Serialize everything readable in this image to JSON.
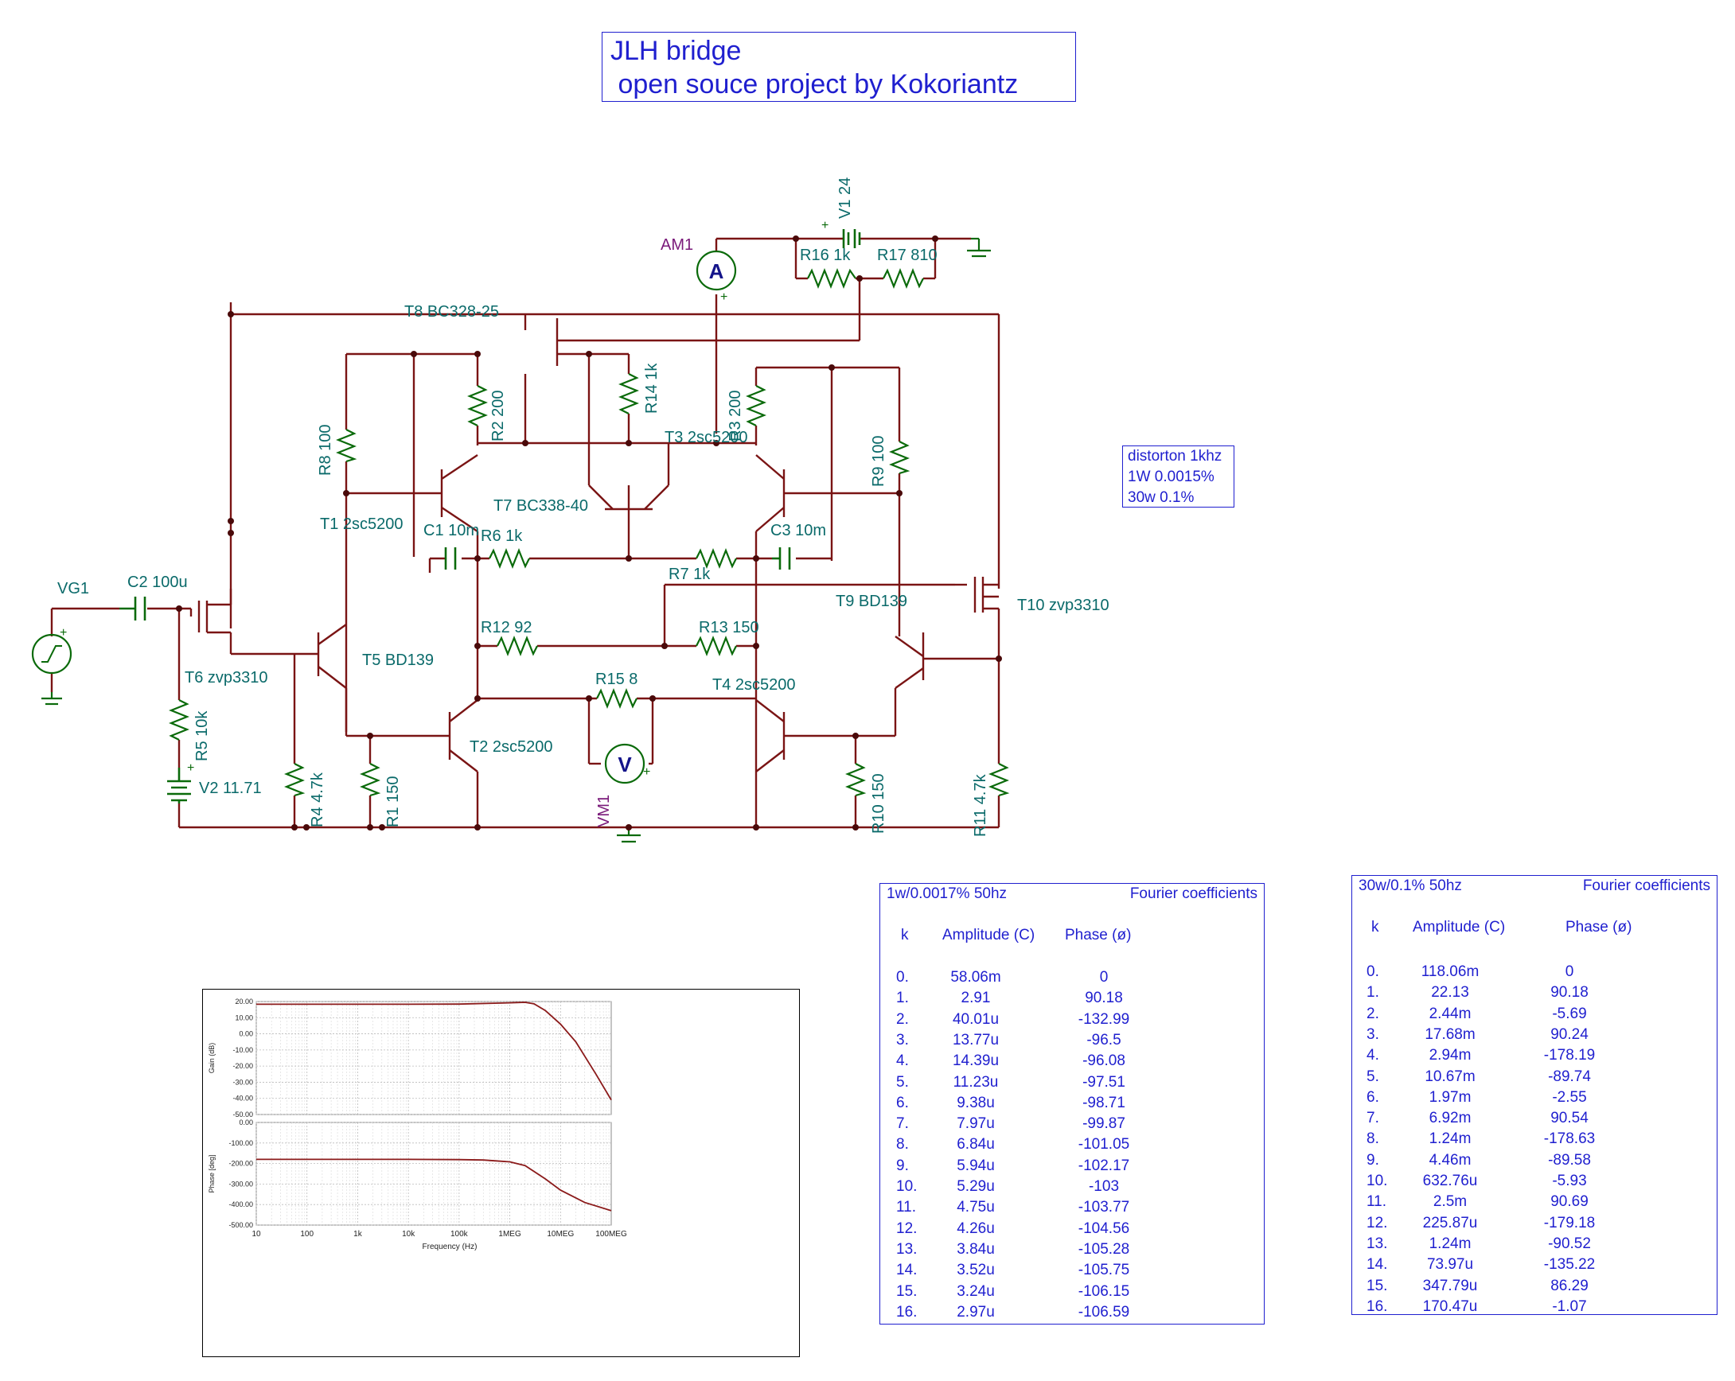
{
  "title": {
    "line1": "JLH bridge",
    "line2": " open souce project by Kokoriantz"
  },
  "distortion_note": {
    "line1": "distorton 1khz",
    "line2": "1W 0.0015%",
    "line3": "30w 0.1%"
  },
  "labels": {
    "AM1": "AM1",
    "V1": "V1 24",
    "R16": "R16 1k",
    "R17": "R17 810",
    "T8": "T8 BC328-25",
    "R14": "R14 1k",
    "R2": "R2 200",
    "R3": "R3 200",
    "T3": "T3 2sc5200",
    "R8": "R8 100",
    "R9": "R9 100",
    "T7": "T7 BC338-40",
    "T1": "T1 2sc5200",
    "C1": "C1 10m",
    "R6": "R6 1k",
    "C3": "C3 10m",
    "R7": "R7 1k",
    "VG1": "VG1",
    "C2": "C2 100u",
    "T9": "T9 BD139",
    "T10": "T10 zvp3310",
    "T6": "T6 zvp3310",
    "T5": "T5 BD139",
    "R12": "R12 92",
    "R13": "R13 150",
    "R15": "R15 8",
    "T4": "T4 2sc5200",
    "R5": "R5 10k",
    "T2": "T2 2sc5200",
    "V2": "V2 11.71",
    "R4": "R4 4.7k",
    "R1": "R1 150",
    "VM1": "VM1",
    "R10": "R10 150",
    "R11": "R11 4.7k",
    "meter_A": "A",
    "meter_V": "V",
    "plus": "+"
  },
  "fourier_1w": {
    "title": "1w/0.0017%  50hz",
    "heading": "Fourier coefficients",
    "col_k": "k",
    "col_amp": "Amplitude (C)",
    "col_phase": "Phase (ø)",
    "rows": [
      {
        "k": "0.",
        "amp": "58.06m",
        "phase": "0"
      },
      {
        "k": "1.",
        "amp": "2.91",
        "phase": "90.18"
      },
      {
        "k": "2.",
        "amp": "40.01u",
        "phase": "-132.99"
      },
      {
        "k": "3.",
        "amp": "13.77u",
        "phase": "-96.5"
      },
      {
        "k": "4.",
        "amp": "14.39u",
        "phase": "-96.08"
      },
      {
        "k": "5.",
        "amp": "11.23u",
        "phase": "-97.51"
      },
      {
        "k": "6.",
        "amp": "9.38u",
        "phase": "-98.71"
      },
      {
        "k": "7.",
        "amp": "7.97u",
        "phase": "-99.87"
      },
      {
        "k": "8.",
        "amp": "6.84u",
        "phase": "-101.05"
      },
      {
        "k": "9.",
        "amp": "5.94u",
        "phase": "-102.17"
      },
      {
        "k": "10.",
        "amp": "5.29u",
        "phase": "-103"
      },
      {
        "k": "11.",
        "amp": "4.75u",
        "phase": "-103.77"
      },
      {
        "k": "12.",
        "amp": "4.26u",
        "phase": "-104.56"
      },
      {
        "k": "13.",
        "amp": "3.84u",
        "phase": "-105.28"
      },
      {
        "k": "14.",
        "amp": "3.52u",
        "phase": "-105.75"
      },
      {
        "k": "15.",
        "amp": "3.24u",
        "phase": "-106.15"
      },
      {
        "k": "16.",
        "amp": "2.97u",
        "phase": "-106.59"
      }
    ]
  },
  "fourier_30w": {
    "title": "30w/0.1% 50hz",
    "heading": "Fourier coefficients",
    "col_k": "k",
    "col_amp": "Amplitude (C)",
    "col_phase": "Phase (ø)",
    "rows": [
      {
        "k": "0.",
        "amp": "118.06m",
        "phase": "0"
      },
      {
        "k": "1.",
        "amp": "22.13",
        "phase": "90.18"
      },
      {
        "k": "2.",
        "amp": "2.44m",
        "phase": "-5.69"
      },
      {
        "k": "3.",
        "amp": "17.68m",
        "phase": "90.24"
      },
      {
        "k": "4.",
        "amp": "2.94m",
        "phase": "-178.19"
      },
      {
        "k": "5.",
        "amp": "10.67m",
        "phase": "-89.74"
      },
      {
        "k": "6.",
        "amp": "1.97m",
        "phase": "-2.55"
      },
      {
        "k": "7.",
        "amp": "6.92m",
        "phase": "90.54"
      },
      {
        "k": "8.",
        "amp": "1.24m",
        "phase": "-178.63"
      },
      {
        "k": "9.",
        "amp": "4.46m",
        "phase": "-89.58"
      },
      {
        "k": "10.",
        "amp": "632.76u",
        "phase": "-5.93"
      },
      {
        "k": "11.",
        "amp": "2.5m",
        "phase": "90.69"
      },
      {
        "k": "12.",
        "amp": "225.87u",
        "phase": "-179.18"
      },
      {
        "k": "13.",
        "amp": "1.24m",
        "phase": "-90.52"
      },
      {
        "k": "14.",
        "amp": "73.97u",
        "phase": "-135.22"
      },
      {
        "k": "15.",
        "amp": "347.79u",
        "phase": "86.29"
      },
      {
        "k": "16.",
        "amp": "170.47u",
        "phase": "-1.07"
      }
    ]
  },
  "chart_data": [
    {
      "type": "line",
      "ylabel": "Gain (dB)",
      "ylim": [
        -50,
        20
      ],
      "yticks": [
        "20.00",
        "10.00",
        "0.00",
        "-10.00",
        "-20.00",
        "-30.00",
        "-40.00",
        "-50.00"
      ],
      "xscale": "log",
      "xlim": [
        10,
        100000000
      ],
      "grid": true,
      "color": "#8b1a1a",
      "x": [
        10,
        100,
        1000,
        10000,
        100000,
        1000000,
        2000000,
        3000000,
        5000000,
        10000000,
        20000000,
        50000000,
        100000000
      ],
      "y": [
        18.3,
        18.3,
        18.3,
        18.3,
        18.4,
        19.2,
        19.5,
        18.6,
        14.5,
        6,
        -5,
        -25,
        -41
      ]
    },
    {
      "type": "line",
      "xlabel": "Frequency (Hz)",
      "ylabel": "Phase [deg]",
      "ylim": [
        -500,
        0
      ],
      "yticks": [
        "0.00",
        "-100.00",
        "-200.00",
        "-300.00",
        "-400.00",
        "-500.00"
      ],
      "xscale": "log",
      "xlim": [
        10,
        100000000
      ],
      "xticks": [
        "10",
        "100",
        "1k",
        "10k",
        "100k",
        "1MEG",
        "10MEG",
        "100MEG"
      ],
      "grid": true,
      "color": "#8b1a1a",
      "x": [
        10,
        100,
        1000,
        10000,
        100000,
        300000,
        1000000,
        2000000,
        5000000,
        10000000,
        30000000,
        100000000
      ],
      "y": [
        -180,
        -180,
        -180,
        -180,
        -181,
        -183,
        -192,
        -210,
        -275,
        -330,
        -390,
        -430
      ]
    }
  ]
}
